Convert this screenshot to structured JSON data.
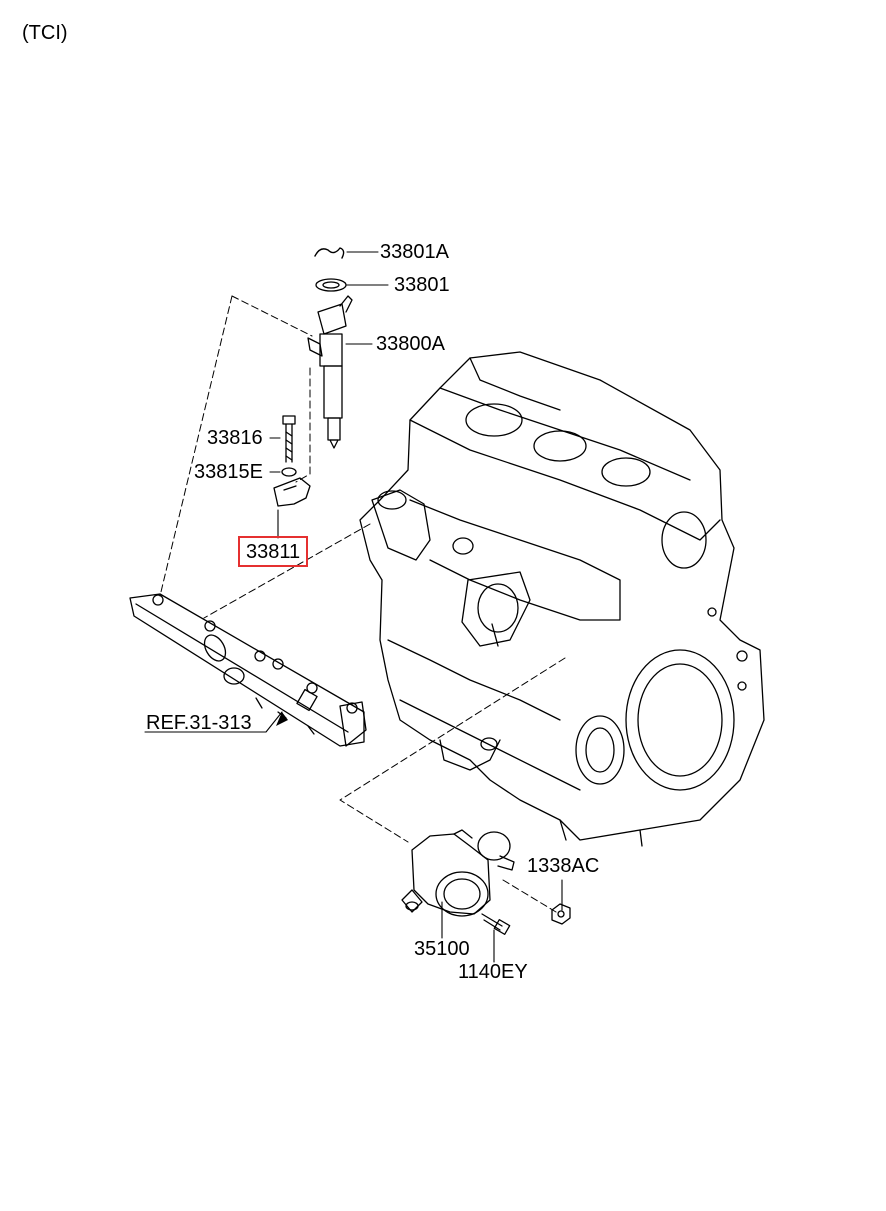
{
  "variant": "(TCI)",
  "parts": {
    "p33801A": "33801A",
    "p33801": "33801",
    "p33800A": "33800A",
    "p33816": "33816",
    "p33815E": "33815E",
    "p33811": "33811",
    "ref": "REF.31-313",
    "p1338AC": "1338AC",
    "p35100": "35100",
    "p1140EY": "1140EY"
  },
  "highlight_color": "#e53030"
}
